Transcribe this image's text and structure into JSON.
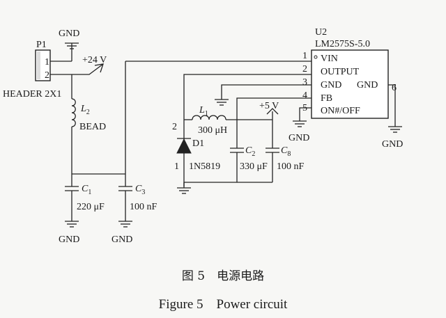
{
  "header": {
    "ref": "P1",
    "part": "HEADER 2X1",
    "pin1": "1",
    "pin2": "2"
  },
  "supply": {
    "gnd": "GND",
    "vin": "+24 V",
    "vout": "+5 V"
  },
  "bead": {
    "ref_letter": "L",
    "ref_sub": "2",
    "label": "BEAD"
  },
  "regulator": {
    "ref": "U2",
    "part": "LM2575S-5.0",
    "pins": [
      {
        "num": "1",
        "name": "VIN"
      },
      {
        "num": "2",
        "name": "OUTPUT"
      },
      {
        "num": "3",
        "name": "GND"
      },
      {
        "num": "4",
        "name": "FB"
      },
      {
        "num": "5",
        "name": "ON#/OFF"
      },
      {
        "num": "6",
        "name": "GND"
      }
    ]
  },
  "inductor": {
    "ref_letter": "L",
    "ref_sub": "1",
    "value": "300 μH"
  },
  "diode": {
    "ref": "D1",
    "part": "1N5819",
    "pin_a": "2",
    "pin_k": "1"
  },
  "caps": [
    {
      "ref_letter": "C",
      "ref_sub": "1",
      "value": "220 μF"
    },
    {
      "ref_letter": "C",
      "ref_sub": "3",
      "value": "100 nF"
    },
    {
      "ref_letter": "C",
      "ref_sub": "2",
      "value": "330 μF"
    },
    {
      "ref_letter": "C",
      "ref_sub": "8",
      "value": "100 nF"
    }
  ],
  "caption": {
    "cn": "图 5　电源电路",
    "en": "Figure 5　Power circuit"
  }
}
